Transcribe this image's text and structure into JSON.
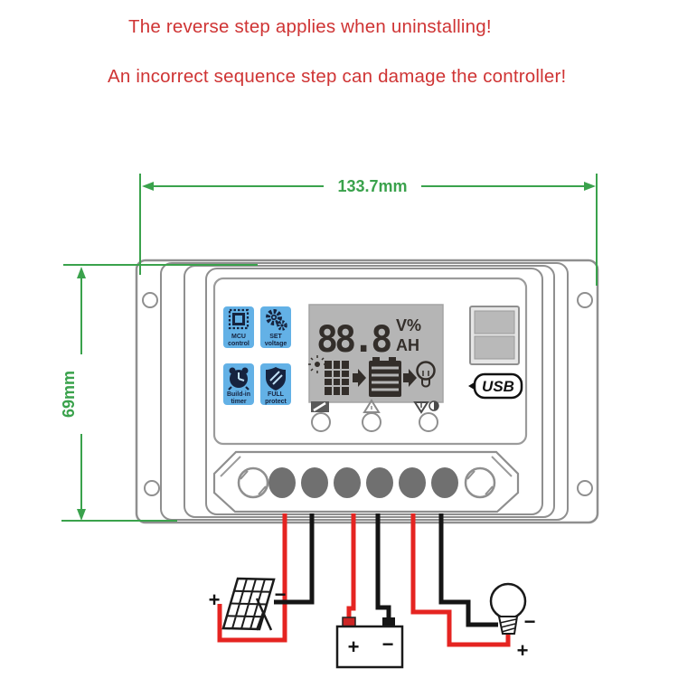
{
  "warnings": {
    "line1": "The reverse step applies when uninstalling!",
    "line2": "An incorrect sequence step can damage the controller!"
  },
  "dimensions": {
    "width_label": "133.7mm",
    "height_label": "69mm"
  },
  "controller": {
    "badges": [
      {
        "line1": "MCU",
        "line2": "control",
        "icon": "mcu-chip-icon"
      },
      {
        "line1": "SET",
        "line2": "voltage",
        "icon": "gears-icon"
      },
      {
        "line1": "Build-in",
        "line2": "timer",
        "icon": "alarm-clock-icon"
      },
      {
        "line1": "FULL",
        "line2": "protect",
        "icon": "shield-icon"
      }
    ],
    "lcd": {
      "reading": "88.8",
      "unit_top": "V%",
      "unit_bottom": "AH",
      "icons": [
        "sun-icon",
        "solar-panel-icon",
        "arrow-right-icon",
        "battery-icon",
        "arrow-right-icon",
        "bulb-icon"
      ]
    },
    "buttons": [
      {
        "icon": "solar-panel-button-icon"
      },
      {
        "icon": "up-triangle-button-icon"
      },
      {
        "icon": "load-contrast-button-icon"
      }
    ],
    "usb_label": "USB",
    "terminal_count": "6"
  },
  "wiring": {
    "solar": {
      "plus": "+",
      "minus": "−"
    },
    "battery": {
      "plus": "+",
      "minus": "−"
    },
    "load": {
      "plus": "+",
      "minus": "−"
    }
  },
  "colors": {
    "warning_red": "#cf3434",
    "dimension_green": "#3aa24c",
    "wire_red": "#e52421",
    "wire_black": "#151515",
    "badge_blue": "#63b1e6",
    "badge_navy": "#16233f",
    "lcd_gray": "#b5b5b5",
    "outline_gray": "#8f8f8f"
  }
}
